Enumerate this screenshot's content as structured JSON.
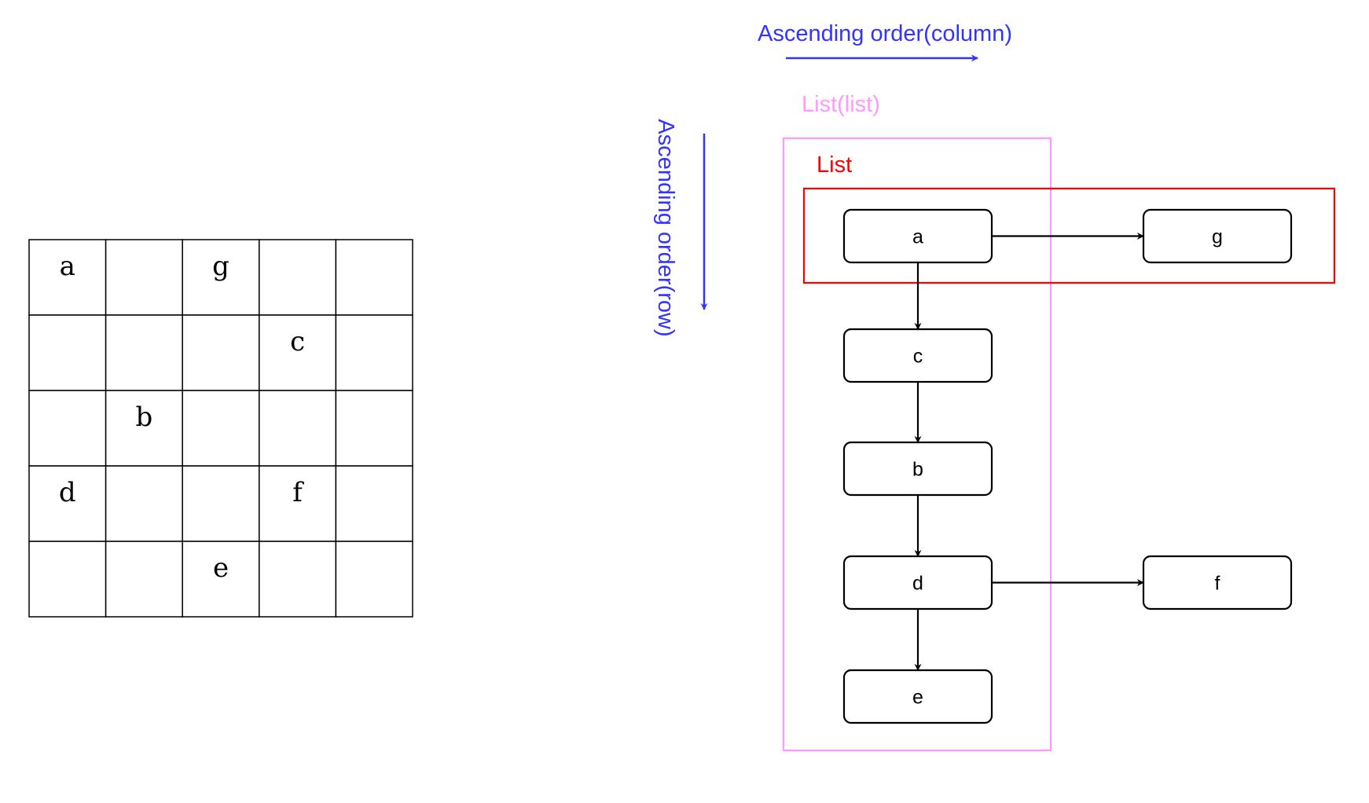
{
  "colors": {
    "line": "#000000",
    "blue": "#3333ff",
    "pink": "#ff99ff",
    "red": "#ff0000"
  },
  "grid": {
    "rows": 5,
    "cols": 5,
    "cells": [
      [
        "a",
        "",
        "g",
        "",
        ""
      ],
      [
        "",
        "",
        "",
        "c",
        ""
      ],
      [
        "",
        "b",
        "",
        "",
        ""
      ],
      [
        "d",
        "",
        "",
        "f",
        ""
      ],
      [
        "",
        "",
        "e",
        "",
        ""
      ]
    ]
  },
  "labels": {
    "column_order": "Ascending order(column)",
    "row_order": "Ascending order(row)",
    "outer_list": "List(list)",
    "inner_list": "List"
  },
  "nodes": {
    "a": "a",
    "c": "c",
    "b": "b",
    "d": "d",
    "e": "e",
    "g": "g",
    "f": "f"
  },
  "edges": [
    [
      "a",
      "g"
    ],
    [
      "a",
      "c"
    ],
    [
      "c",
      "b"
    ],
    [
      "b",
      "d"
    ],
    [
      "d",
      "f"
    ],
    [
      "d",
      "e"
    ]
  ]
}
